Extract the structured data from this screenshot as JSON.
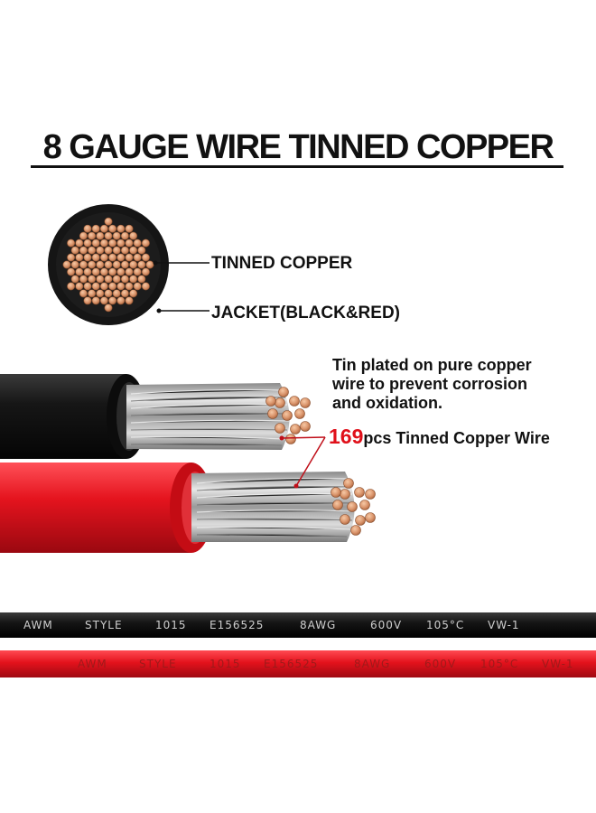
{
  "title": "8 GAUGE WIRE TINNED COPPER",
  "cross_section": {
    "label_conductor": "TINNED COPPER",
    "label_jacket": "JACKET(BLACK&RED)"
  },
  "description": {
    "lines": [
      "Tin plated on pure copper",
      "wire to prevent corrosion",
      "and oxidation."
    ],
    "strand_count": "169",
    "strand_suffix": "pcs Tinned Copper Wire"
  },
  "printed_marking": {
    "tokens": [
      "AWM",
      "STYLE",
      "1015",
      "E156525",
      "8AWG",
      "600V",
      "105°C",
      "VW-1"
    ]
  },
  "colors": {
    "jacket_black": "#141414",
    "jacket_red": "#e5141e",
    "copper": "#d9936a",
    "tin": "#c8c8c8",
    "accent_red": "#e0101a"
  }
}
